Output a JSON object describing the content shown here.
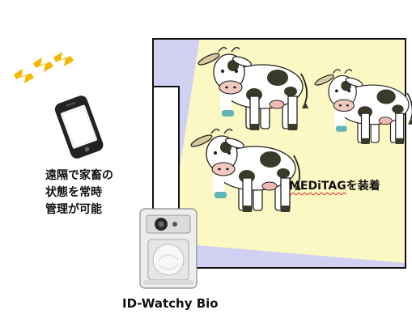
{
  "remote_caption": {
    "line1": "遠隔で家畜の",
    "line2": "状態を常時",
    "line3": "管理が可能"
  },
  "tag_label": {
    "brand": "MEDiTAG",
    "suffix": "を装着"
  },
  "device_name": "ID-Watchy Bio",
  "colors": {
    "barn_floor": "#d0d0f2",
    "camera_view_cone": "#fbf8c3",
    "signal": "#f5b800",
    "tag_collar": "#62b4b8",
    "cow_spots": "#3a3a2a",
    "phone_body": "#222222"
  },
  "icons": [
    "signal-waves-icon",
    "smartphone-icon",
    "camera-device-icon",
    "cow-icon"
  ]
}
